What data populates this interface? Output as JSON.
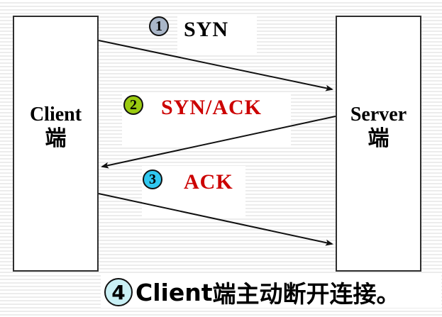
{
  "diagram": {
    "title_hidden": "",
    "nodes": [
      {
        "id": "client",
        "label": "Client",
        "sublabel": "端"
      },
      {
        "id": "server",
        "label": "Server",
        "sublabel": "端"
      }
    ],
    "messages": [
      {
        "step": "1",
        "label": "SYN",
        "badge_color": "#a9b6c8",
        "text_color": "#000000",
        "direction": "client-to-server"
      },
      {
        "step": "2",
        "label": "SYN/ACK",
        "badge_color": "#9aca10",
        "text_color": "#cc0000",
        "direction": "server-to-client"
      },
      {
        "step": "3",
        "label": "ACK",
        "badge_color": "#30c8f0",
        "text_color": "#cc0000",
        "direction": "client-to-server"
      }
    ],
    "footnote": {
      "step": "4",
      "badge_color": "#c9f0f5",
      "prefix": "Client",
      "text": "端主动断开连接。"
    },
    "colors": {
      "arrow": "#111111",
      "node_border": "#2e2e2e",
      "background_stripe": "#ececec",
      "red_text": "#cc0000"
    }
  }
}
